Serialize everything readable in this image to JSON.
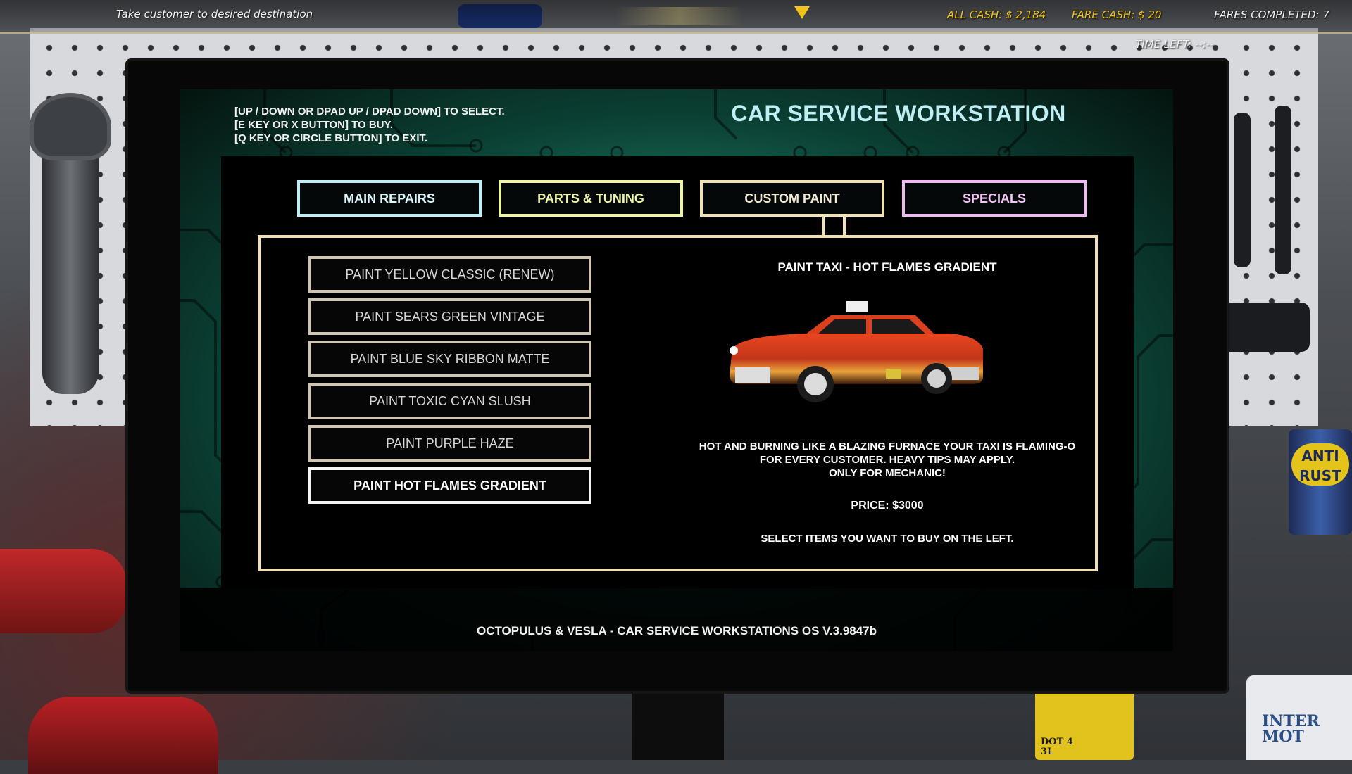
{
  "hud": {
    "objective": "Take customer to desired destination",
    "all_cash": "ALL CASH: $ 2,184",
    "fare_cash": "FARE CASH: $ 20",
    "fares_completed": "FARES COMPLETED: 7",
    "time_left": "TIME LEFT: --:--"
  },
  "help": [
    "[UP / DOWN OR DPAD UP / DPAD DOWN] TO SELECT.",
    "[E KEY OR X BUTTON] TO BUY.",
    "[Q KEY OR CIRCLE BUTTON] TO EXIT."
  ],
  "workstation_title": "CAR SERVICE WORKSTATION",
  "tabs": [
    {
      "label": "MAIN REPAIRS",
      "color": "#bfeff4"
    },
    {
      "label": "PARTS & TUNING",
      "color": "#eef5a6"
    },
    {
      "label": "CUSTOM PAINT",
      "color": "#efe1b8"
    },
    {
      "label": "SPECIALS",
      "color": "#efb9f2"
    }
  ],
  "active_tab": "CUSTOM PAINT",
  "items": [
    "PAINT YELLOW CLASSIC (RENEW)",
    "PAINT SEARS GREEN VINTAGE",
    "PAINT BLUE SKY RIBBON MATTE",
    "PAINT TOXIC CYAN SLUSH",
    "PAINT PURPLE HAZE",
    "PAINT HOT FLAMES GRADIENT"
  ],
  "selected_item": "PAINT HOT FLAMES GRADIENT",
  "detail": {
    "title": "PAINT TAXI - HOT FLAMES GRADIENT",
    "description_lines": [
      "HOT AND BURNING LIKE A BLAZING FURNACE YOUR TAXI IS FLAMING-O",
      "FOR EVERY CUSTOMER. HEAVY TIPS MAY APPLY.",
      "ONLY FOR MECHANIC!"
    ],
    "price": "PRICE: $3000",
    "hint": "SELECT ITEMS YOU WANT TO BUY ON THE LEFT."
  },
  "footer": "OCTOPULUS & VESLA - CAR SERVICE WORKSTATIONS OS V.3.9847b",
  "props": {
    "can_label": "ANTI RUST",
    "bottle_label": [
      "DOT 4",
      "3L"
    ],
    "bottle2_label": [
      "INTER",
      "MOT"
    ]
  }
}
